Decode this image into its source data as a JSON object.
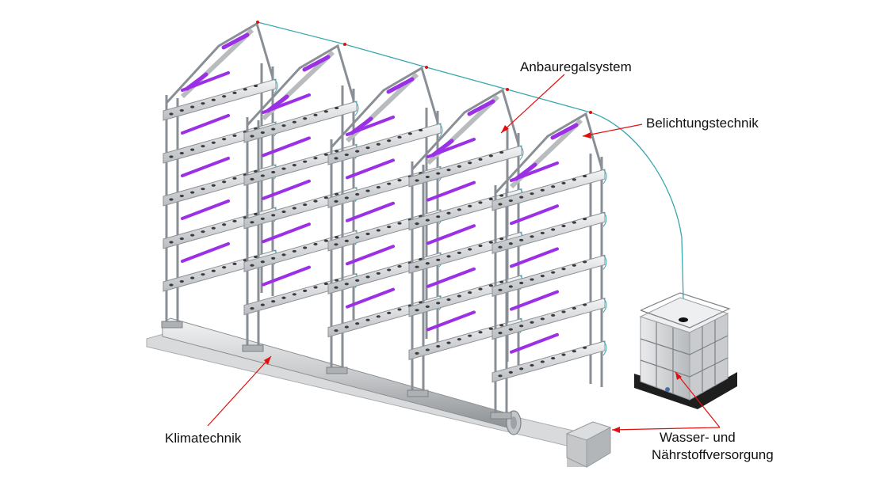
{
  "labels": {
    "anbauregalsystem": "Anbauregalsystem",
    "belichtungstechnik": "Belichtungstechnik",
    "klimatechnik": "Klimatechnik",
    "wasser_line1": "Wasser- und",
    "wasser_line2": "Nährstoffversorgung"
  },
  "colors": {
    "frame": "#8a8f96",
    "tray": "#d8dade",
    "led": "#9b30e6",
    "hose": "#3aa7b0",
    "pointer": "#e01010",
    "duct": "#c8cacc"
  },
  "rack_count": 5,
  "tray_levels": 5
}
